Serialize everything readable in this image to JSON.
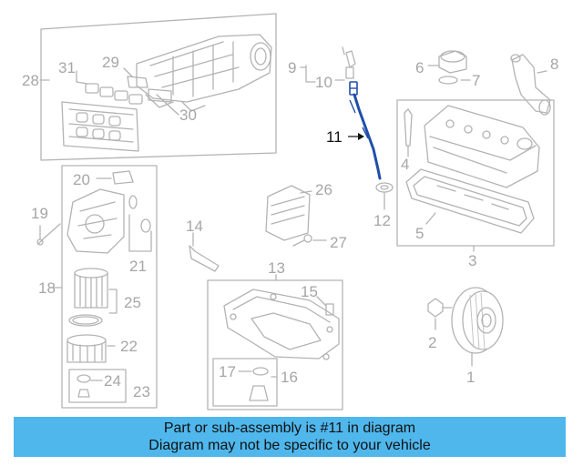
{
  "labels": {
    "p1": "1",
    "p2": "2",
    "p3": "3",
    "p4": "4",
    "p5": "5",
    "p6": "6",
    "p7": "7",
    "p8": "8",
    "p9": "9",
    "p10": "10",
    "p11": "11",
    "p12": "12",
    "p13": "13",
    "p14": "14",
    "p15": "15",
    "p16": "16",
    "p17": "17",
    "p18": "18",
    "p19": "19",
    "p20": "20",
    "p21": "21",
    "p22": "22",
    "p23": "23",
    "p24": "24",
    "p25": "25",
    "p26": "26",
    "p27": "27",
    "p28": "28",
    "p29": "29",
    "p30": "30",
    "p31": "31"
  },
  "highlight_color": "#1f4fa8",
  "banner": {
    "line1": "Part or sub-assembly is #11 in diagram",
    "line2": "Diagram may not be specific to your vehicle",
    "background": "#4fb7ec"
  }
}
